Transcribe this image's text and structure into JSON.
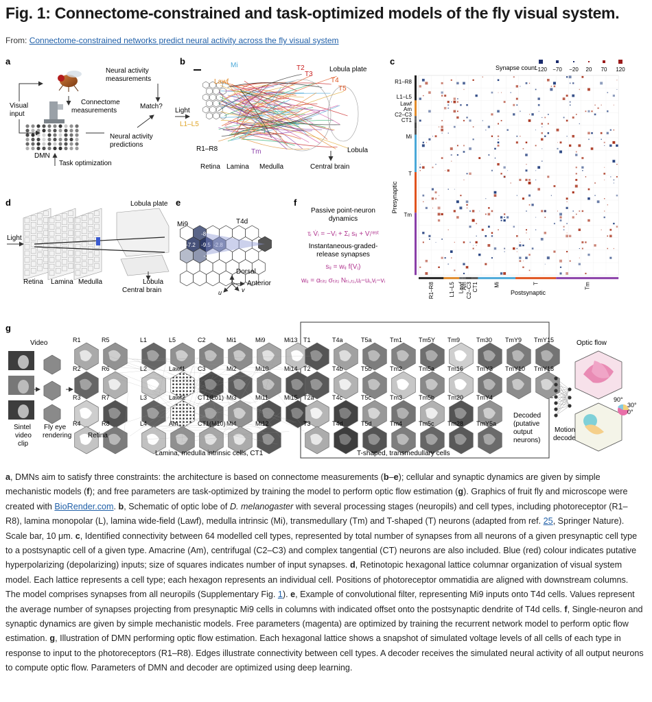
{
  "header": {
    "title": "Fig. 1: Connectome-constrained and task-optimized models of the fly visual system.",
    "from_prefix": "From:",
    "from_link": "Connectome-constrained networks predict neural activity across the fly visual system"
  },
  "panel_a": {
    "label": "a",
    "neural_activity_measurements": [
      "Neural activity",
      "measurements"
    ],
    "visual_input": [
      "Visual",
      "input"
    ],
    "connectome_measurements": [
      "Connectome",
      "measurements"
    ],
    "match": "Match?",
    "neural_activity_predictions": [
      "Neural activity",
      "predictions"
    ],
    "dmn": "DMN",
    "task_optimization": "Task optimization"
  },
  "panel_b": {
    "label": "b",
    "cells": [
      "Mi",
      "Lawf",
      "T2",
      "T3",
      "T4",
      "T5",
      "L1–L5",
      "Tm",
      "R1–R8"
    ],
    "lobula_plate": "Lobula plate",
    "light": "Light",
    "lobula": "Lobula",
    "regions": [
      "Retina",
      "Lamina",
      "Medulla",
      "Central brain"
    ]
  },
  "panel_c": {
    "label": "c",
    "legend_title": "Synapse count",
    "legend_values": [
      "−120",
      "−70",
      "−20",
      "20",
      "70",
      "120"
    ],
    "presynaptic": "Presynaptic",
    "postsynaptic": "Postsynaptic",
    "row_groups": [
      "R1–R8",
      "L1–L5",
      "Lawf",
      "Am",
      "C2–C3",
      "CT1",
      "Mi",
      "T",
      "Tm"
    ],
    "col_groups": [
      "R1–R8",
      "L1–L5",
      "Lawf",
      "Am",
      "C2–C3",
      "CT1",
      "Mi",
      "T",
      "Tm"
    ]
  },
  "panel_d": {
    "label": "d",
    "lobula_plate": "Lobula plate",
    "light": "Light",
    "retina": "Retina",
    "lamina": "Lamina",
    "medulla": "Medulla",
    "lobula": "Lobula",
    "central_brain": "Central brain"
  },
  "panel_e": {
    "label": "e",
    "mi9": "Mi9",
    "t4d": "T4d",
    "hex_values": [
      "-8.2",
      "-7.2",
      "-9.5",
      "-2.8",
      "-1"
    ],
    "dorsal": "Dorsal",
    "anterior": "Anterior",
    "u": "u",
    "v": "v"
  },
  "panel_f": {
    "label": "f",
    "passive": [
      "Passive point-neuron",
      "dynamics"
    ],
    "eq1": "τᵢ V̇ᵢ = −Vᵢ + Σⱼ sᵢⱼ + Vᵢʳᵉˢᵗ",
    "instantaneous": [
      "Instantaneous-graded-",
      "release synapses"
    ],
    "eq2": "sᵢⱼ = wᵢⱼ f(Vⱼ)",
    "eq3": "wᵢⱼ = αₜᵢₜⱼ σₜᵢₜⱼ Nₜᵢ,ₜⱼ,uⱼ−uᵢ,vⱼ−vᵢ"
  },
  "panel_g": {
    "label": "g",
    "video": "Video",
    "sintel": [
      "Sintel",
      "video",
      "clip"
    ],
    "fly_eye": [
      "Fly eye",
      "rendering"
    ],
    "retina_cols": [
      [
        "R1",
        "R2",
        "R3",
        "R4"
      ],
      [
        "R5",
        "R6",
        "R7",
        "R8"
      ]
    ],
    "retina_label": "Retina",
    "lamina_cols": [
      [
        "L1",
        "L2",
        "L3",
        "L4"
      ],
      [
        "L5",
        "Lawf1",
        "Lawf2",
        "Am"
      ],
      [
        "C2",
        "C3",
        "CT1(Lo1)",
        "CT1(M10)"
      ],
      [
        "Mi1",
        "Mi2",
        "Mi3",
        "Mi4"
      ],
      [
        "Mi9",
        "Mi10",
        "Mi11",
        "Mi12"
      ],
      [
        "Mi13",
        "Mi14",
        "Mi15",
        ""
      ]
    ],
    "lamina_label": "Lamina, medulla intrinsic cells, CT1",
    "t_cols": [
      [
        "T1",
        "T2",
        "T2a",
        "T3"
      ],
      [
        "T4a",
        "T4b",
        "T4c",
        "T4d"
      ],
      [
        "T5a",
        "T5b",
        "T5c",
        "T5d"
      ],
      [
        "Tm1",
        "Tm2",
        "Tm3",
        "Tm4"
      ],
      [
        "Tm5Y",
        "Tm5a",
        "Tm5b",
        "Tm5c"
      ],
      [
        "Tm9",
        "Tm16",
        "Tm20",
        "Tm28"
      ],
      [
        "Tm30",
        "TmY3",
        "TmY4",
        "TmY5a"
      ],
      [
        "TmY9",
        "TmY10",
        ""
      ],
      [
        "TmY15",
        "TmY18",
        ""
      ]
    ],
    "t_label": "T-shaped, transmedullary cells",
    "decoded": [
      "Decoded",
      "(putative",
      "output",
      "neurons)"
    ],
    "motion_decoder": [
      "Motion",
      "decoder"
    ],
    "optic_flow": "Optic flow",
    "angles": [
      "90°",
      "30°",
      "0°"
    ]
  },
  "caption": {
    "a_label": "a",
    "a_text": ", DMNs aim to satisfy three constraints: the architecture is based on connectome measurements (",
    "b_to_e": "b",
    "dash": "–",
    "e_ref": "e",
    "a_text2": "); cellular and synaptic dynamics are given by simple mechanistic models (",
    "f_ref": "f",
    "a_text3": "); and free parameters are task-optimized by training the model to perform optic flow estimation (",
    "g_ref": "g",
    "a_text4": "). Graphics of fruit fly and microscope were created with ",
    "biorender": "BioRender.com",
    "period": ".",
    "b_label": "b",
    "b_text": ", Schematic of optic lobe of ",
    "species": "D. melanogaster",
    "b_text2": " with several processing stages (neuropils) and cell types, including photoreceptor (R1–R8), lamina monopolar (L), lamina wide-field (Lawf), medulla intrinsic (Mi), transmedullary (Tm) and T-shaped (T) neurons (adapted from ref. ",
    "ref25": "25",
    "b_text3": ", Springer Nature). Scale bar, 10 μm.",
    "c_label": "c",
    "c_text": ", Identified connectivity between 64 modelled cell types, represented by total number of synapses from all neurons of a given presynaptic cell type to a postsynaptic cell of a given type. Amacrine (Am), centrifugal (C2–C3) and complex tangential (CT) neurons are also included. Blue (red) colour indicates putative hyperpolarizing (depolarizing) inputs; size of squares indicates number of input synapses.",
    "d_label": "d",
    "d_text": ", Retinotopic hexagonal lattice columnar organization of visual system model. Each lattice represents a cell type; each hexagon represents an individual cell. Positions of photoreceptor ommatidia are aligned with downstream columns. The model comprises synapses from all neuropils (Supplementary Fig. ",
    "suppfig": "1",
    "d_text2": ").",
    "e_label": "e",
    "e_text": ", Example of convolutional filter, representing Mi9 inputs onto T4d cells. Values represent the average number of synapses projecting from presynaptic Mi9 cells in columns with indicated offset onto the postsynaptic dendrite of T4d cells.",
    "f_label": "f",
    "f_text": ", Single-neuron and synaptic dynamics are given by simple mechanistic models. Free parameters (magenta) are optimized by training the recurrent network model to perform optic flow estimation.",
    "g_label": "g",
    "g_text": ", Illustration of DMN performing optic flow estimation. Each hexagonal lattice shows a snapshot of simulated voltage levels of all cells of each type in response to input to the photoreceptors (R1–R8). Edges illustrate connectivity between cell types. A decoder receives the simulated neural activity of all output neurons to compute optic flow. Parameters of DMN and decoder are optimized using deep learning."
  },
  "colors": {
    "link": "#1f5fa8",
    "magenta": "#b0358f",
    "blue": "#2c4a8c",
    "red": "#b33a1f",
    "pink": "#e98bb4"
  }
}
